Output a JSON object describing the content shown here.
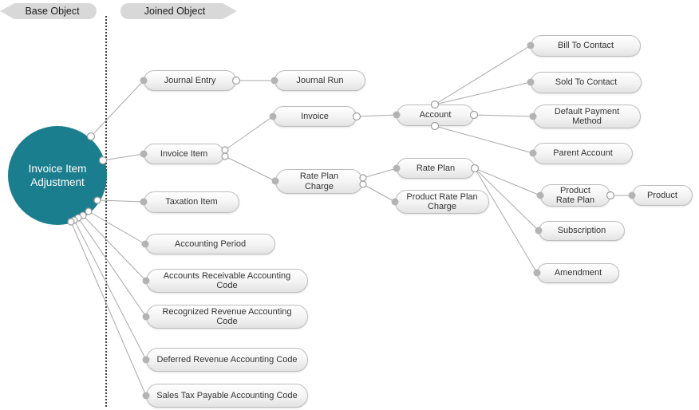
{
  "legend": {
    "base_object_label": "Base Object",
    "joined_object_label": "Joined Object"
  },
  "base_node": {
    "label": "Invoice Item Adjustment"
  },
  "nodes": {
    "journal_entry": {
      "label": "Journal Entry"
    },
    "journal_run": {
      "label": "Journal Run"
    },
    "invoice_item": {
      "label": "Invoice Item"
    },
    "invoice": {
      "label": "Invoice"
    },
    "account": {
      "label": "Account"
    },
    "bill_to_contact": {
      "label": "Bill To Contact"
    },
    "sold_to_contact": {
      "label": "Sold To Contact"
    },
    "default_payment_method": {
      "label": "Default Payment Method"
    },
    "parent_account": {
      "label": "Parent Account"
    },
    "rate_plan_charge": {
      "label": "Rate Plan Charge"
    },
    "rate_plan": {
      "label": "Rate Plan"
    },
    "product_rate_plan_charge": {
      "label": "Product Rate Plan Charge"
    },
    "product_rate_plan": {
      "label": "Product Rate Plan"
    },
    "product": {
      "label": "Product"
    },
    "subscription": {
      "label": "Subscription"
    },
    "amendment": {
      "label": "Amendment"
    },
    "taxation_item": {
      "label": "Taxation Item"
    },
    "accounting_period": {
      "label": "Accounting Period"
    },
    "accounts_receivable_accounting_code": {
      "label": "Accounts Receivable Accounting Code"
    },
    "recognized_revenue_accounting_code": {
      "label": "Recognized Revenue Accounting Code"
    },
    "deferred_revenue_accounting_code": {
      "label": "Deferred Revenue Accounting Code"
    },
    "sales_tax_payable_accounting_code": {
      "label": "Sales Tax Payable Accounting Code"
    }
  },
  "edges": [
    {
      "from": "invoice_item_adjustment",
      "to": "journal_entry"
    },
    {
      "from": "journal_entry",
      "to": "journal_run"
    },
    {
      "from": "invoice_item_adjustment",
      "to": "invoice_item"
    },
    {
      "from": "invoice_item",
      "to": "invoice"
    },
    {
      "from": "invoice_item",
      "to": "rate_plan_charge"
    },
    {
      "from": "invoice",
      "to": "account"
    },
    {
      "from": "account",
      "to": "bill_to_contact"
    },
    {
      "from": "account",
      "to": "sold_to_contact"
    },
    {
      "from": "account",
      "to": "default_payment_method"
    },
    {
      "from": "account",
      "to": "parent_account"
    },
    {
      "from": "rate_plan_charge",
      "to": "rate_plan"
    },
    {
      "from": "rate_plan_charge",
      "to": "product_rate_plan_charge"
    },
    {
      "from": "rate_plan",
      "to": "product_rate_plan"
    },
    {
      "from": "rate_plan",
      "to": "subscription"
    },
    {
      "from": "rate_plan",
      "to": "amendment"
    },
    {
      "from": "product_rate_plan",
      "to": "product"
    },
    {
      "from": "invoice_item_adjustment",
      "to": "taxation_item"
    },
    {
      "from": "invoice_item_adjustment",
      "to": "accounting_period"
    },
    {
      "from": "invoice_item_adjustment",
      "to": "accounts_receivable_accounting_code"
    },
    {
      "from": "invoice_item_adjustment",
      "to": "recognized_revenue_accounting_code"
    },
    {
      "from": "invoice_item_adjustment",
      "to": "deferred_revenue_accounting_code"
    },
    {
      "from": "invoice_item_adjustment",
      "to": "sales_tax_payable_accounting_code"
    }
  ],
  "colors": {
    "base_circle": "#1B7E8E",
    "pill_border": "#BDBDBD",
    "pill_fill_top": "#FFFFFF",
    "pill_fill_bottom": "#E3E3E3",
    "connector_line": "#A9A9A9",
    "banner_fill": "#D8D8D8",
    "text": "#333333"
  }
}
